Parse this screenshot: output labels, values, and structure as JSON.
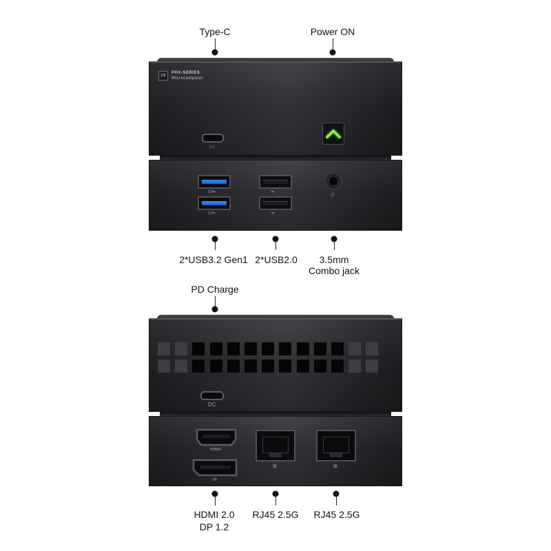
{
  "product": {
    "badge": "18",
    "series": "PHX-SERIES",
    "subtitle": "Microcomputer"
  },
  "top_unit_callouts": [
    {
      "text": "Type-C"
    },
    {
      "text": "Power ON"
    }
  ],
  "front_callouts": [
    {
      "text": "2*USB3.2 Gen1"
    },
    {
      "text": "2*USB2.0"
    },
    {
      "line1": "3.5mm",
      "line2": "Combo jack"
    }
  ],
  "rear_top_callout": {
    "text": "PD Charge"
  },
  "rear_callouts": [
    {
      "line1": "HDMI 2.0",
      "line2": "DP 1.2"
    },
    {
      "text": "RJ45 2.5G"
    },
    {
      "text": "RJ45 2.5G"
    }
  ],
  "port_marks": {
    "hdmi": "HDMI®",
    "dp": "DP",
    "usb3": "SS⇆",
    "usb2": "⇆",
    "pd": "DC",
    "lan": "⊞"
  },
  "colors": {
    "chassis": "#2a2b2f",
    "power_led": "#7dff3a",
    "usb3_tongue": "#2f7df0"
  }
}
